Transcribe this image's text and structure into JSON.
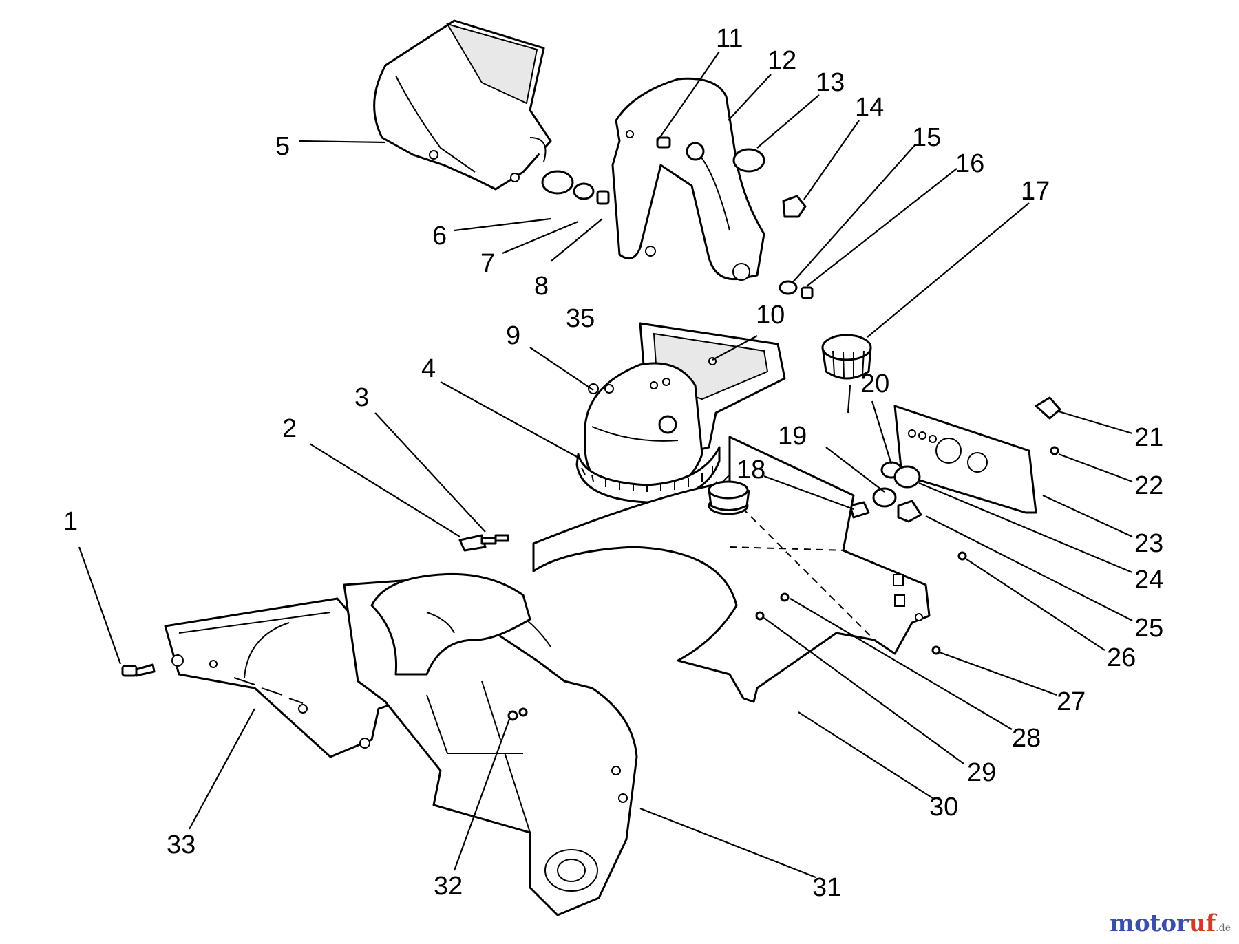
{
  "diagram": {
    "callouts": [
      "1",
      "2",
      "3",
      "4",
      "5",
      "6",
      "7",
      "8",
      "9",
      "10",
      "11",
      "12",
      "13",
      "14",
      "15",
      "16",
      "17",
      "18",
      "19",
      "20",
      "21",
      "22",
      "23",
      "24",
      "25",
      "26",
      "27",
      "28",
      "29",
      "30",
      "31",
      "32",
      "33",
      "35"
    ]
  },
  "watermark": {
    "text_main": "motor",
    "text_accent": "uf",
    "text_suffix": ".de"
  },
  "colors": {
    "line": "#000000",
    "background": "#ffffff",
    "watermark_blue": "#3b4fa8",
    "watermark_red": "#d23a2a"
  }
}
